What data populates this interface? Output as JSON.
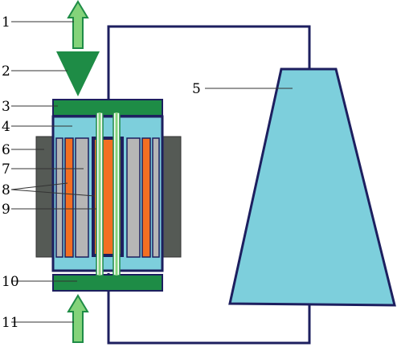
{
  "labels": [
    "1",
    "2",
    "3",
    "4",
    "6",
    "7",
    "8",
    "9",
    "10",
    "11",
    "5"
  ],
  "colors": {
    "green": "#1e8c46",
    "light_green": "#84d37a",
    "cyan": "#7dcfdc",
    "navy": "#1d1f5f",
    "orange": "#f36f22",
    "gray": "#b6b6b6",
    "dark_gray": "#555a55",
    "white": "#ffffff"
  }
}
